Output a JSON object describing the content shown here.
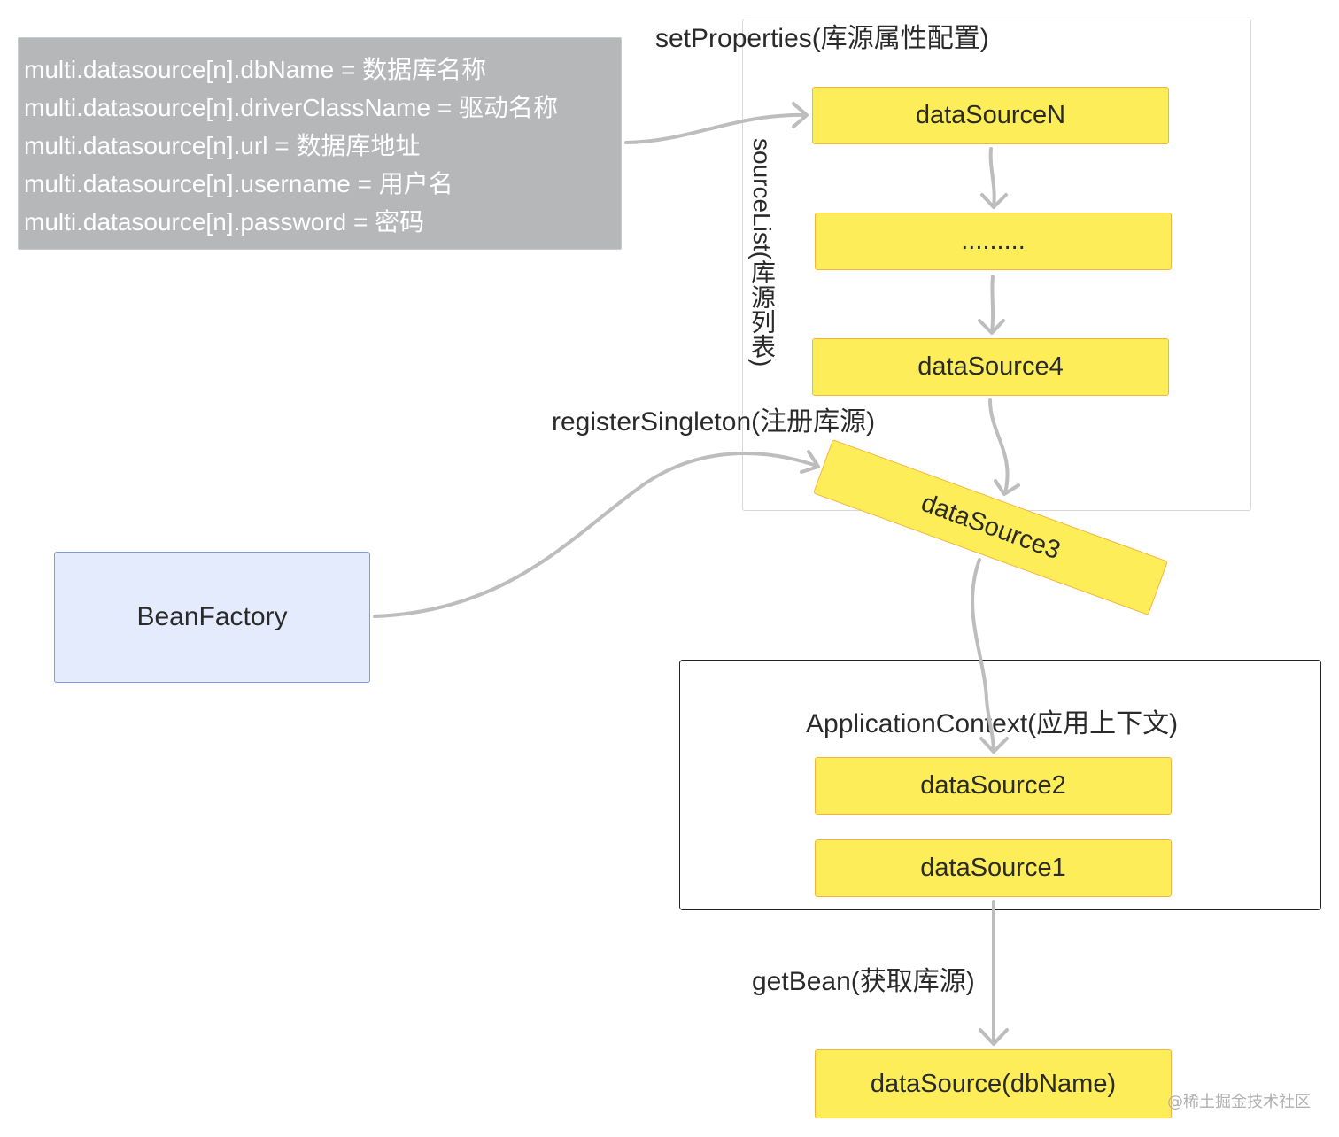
{
  "config_block": {
    "lines": [
      "multi.datasource[n].dbName = 数据库名称",
      "multi.datasource[n].driverClassName = 驱动名称",
      "multi.datasource[n].url = 数据库地址",
      "multi.datasource[n].username = 用户名",
      "multi.datasource[n].password = 密码"
    ]
  },
  "labels": {
    "set_properties": "setProperties(库源属性配置)",
    "source_list": "sourceList(库源列表)",
    "register_singleton": "registerSingleton(注册库源)",
    "application_context": "ApplicationContext(应用上下文)",
    "get_bean": "getBean(获取库源)"
  },
  "nodes": {
    "datasource_n": "dataSourceN",
    "ellipsis": ".........",
    "datasource_4": "dataSource4",
    "datasource_3": "dataSource3",
    "datasource_2": "dataSource2",
    "datasource_1": "dataSource1",
    "datasource_dbname": "dataSource(dbName)",
    "bean_factory": "BeanFactory"
  },
  "watermark": "@稀土掘金技术社区",
  "colors": {
    "node_fill": "#fdee59",
    "node_border": "#f6b43c",
    "bean_factory_fill": "#e3ebfd",
    "bean_factory_border": "#7f9be6",
    "config_fill": "#b6b7b9",
    "arrow": "#bdbdbd"
  }
}
